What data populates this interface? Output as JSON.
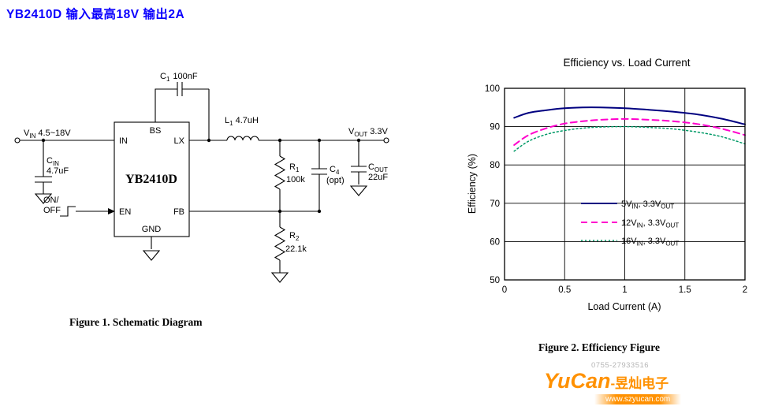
{
  "header": {
    "title": "YB2410D 输入最高18V  输出2A"
  },
  "figure1": {
    "caption": "Figure 1. Schematic Diagram",
    "ic_name": "YB2410D",
    "pins": {
      "bs": "BS",
      "in": "IN",
      "lx": "LX",
      "en": "EN",
      "fb": "FB",
      "gnd": "GND"
    },
    "labels": {
      "vin_sym": "V",
      "vin_sub": "IN",
      "vin_val": "4.5~18V",
      "vout_sym": "V",
      "vout_sub": "OUT",
      "vout_val": "3.3V",
      "cin_sym": "C",
      "cin_sub": "IN",
      "cin_val": "4.7uF",
      "c1_sym": "C",
      "c1_sub": "1",
      "c1_val": "100nF",
      "l1_sym": "L",
      "l1_sub": "1",
      "l1_val": "4.7uH",
      "r1_sym": "R",
      "r1_sub": "1",
      "r1_val": "100k",
      "r2_sym": "R",
      "r2_sub": "2",
      "r2_val": "22.1k",
      "c4_sym": "C",
      "c4_sub": "4",
      "c4_val": "(opt)",
      "cout_sym": "C",
      "cout_sub": "OUT",
      "cout_val": "22uF",
      "on_line1": "ON/",
      "on_line2": "OFF"
    }
  },
  "figure2": {
    "caption": "Figure 2. Efficiency Figure",
    "legend": [
      {
        "pre": "5V",
        "sub1": "IN",
        "mid": ", 3.3V",
        "sub2": "OUT"
      },
      {
        "pre": "12V",
        "sub1": "IN",
        "mid": ", 3.3V",
        "sub2": "OUT"
      },
      {
        "pre": "16V",
        "sub1": "IN",
        "mid": ", 3.3V",
        "sub2": "OUT"
      }
    ]
  },
  "chart_data": {
    "type": "line",
    "title": "Efficiency vs. Load Current",
    "xlabel": "Load Current (A)",
    "ylabel": "Efficiency (%)",
    "xlim": [
      0,
      2
    ],
    "ylim": [
      50,
      100
    ],
    "x_ticks": [
      0,
      0.5,
      1,
      1.5,
      2
    ],
    "x_tick_labels": [
      "0",
      "0.5",
      "1",
      "1.5",
      "2"
    ],
    "y_ticks": [
      50,
      60,
      70,
      80,
      90,
      100
    ],
    "grid": true,
    "legend_position": "inside-center-right",
    "series": [
      {
        "name": "5VIN, 3.3VOUT",
        "color": "#000080",
        "style": "solid",
        "x": [
          0.08,
          0.2,
          0.35,
          0.5,
          0.65,
          0.8,
          1.0,
          1.2,
          1.4,
          1.6,
          1.8,
          2.0
        ],
        "values": [
          92.3,
          93.6,
          94.3,
          94.8,
          95.0,
          95.0,
          94.8,
          94.4,
          93.9,
          93.2,
          92.1,
          90.6
        ]
      },
      {
        "name": "12VIN, 3.3VOUT",
        "color": "#ff00cc",
        "style": "dashed",
        "x": [
          0.08,
          0.2,
          0.35,
          0.5,
          0.65,
          0.8,
          1.0,
          1.2,
          1.4,
          1.6,
          1.8,
          2.0
        ],
        "values": [
          85.2,
          87.8,
          89.6,
          90.8,
          91.4,
          91.8,
          92.0,
          91.8,
          91.4,
          90.7,
          89.5,
          87.8
        ]
      },
      {
        "name": "16VIN, 3.3VOUT",
        "color": "#009966",
        "style": "dotted",
        "x": [
          0.08,
          0.2,
          0.35,
          0.5,
          0.65,
          0.8,
          1.0,
          1.2,
          1.4,
          1.6,
          1.8,
          2.0
        ],
        "values": [
          83.6,
          86.2,
          88.0,
          89.0,
          89.6,
          89.9,
          90.0,
          89.8,
          89.4,
          88.6,
          87.4,
          85.5
        ]
      }
    ]
  },
  "watermark": {
    "phone": "0755-27933516",
    "brand_en": "YuCan",
    "brand_cn": "-昱灿电子",
    "site": "www.szyucan.com"
  }
}
